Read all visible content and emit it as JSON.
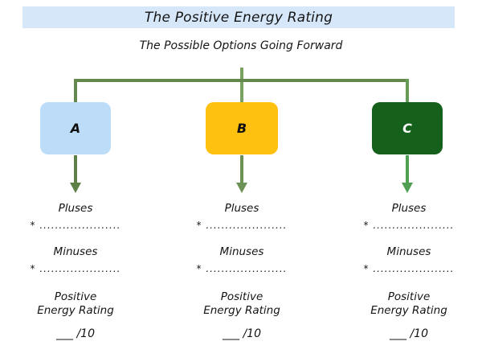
{
  "title": "The Positive Energy Rating",
  "subtitle": "The Possible Options Going Forward",
  "colors": {
    "banner_bg": "#D7E7FA",
    "text": "#151515",
    "tree_line": "#64884E",
    "stem": "#79A161",
    "tree_line_right": "#669B58"
  },
  "options": [
    {
      "label": "A",
      "box_bg": "#BDDCF7",
      "label_color": "#101010",
      "arrow_color": "#5E8048",
      "pluses_heading": "Pluses",
      "pluses_blank": "* .....................",
      "minuses_heading": "Minuses",
      "minuses_blank": "* .....................",
      "rating_line1": "Positive",
      "rating_line2": "Energy Rating",
      "rating_value": "___ /10"
    },
    {
      "label": "B",
      "box_bg": "#FFC110",
      "label_color": "#101010",
      "arrow_color": "#6C9355",
      "pluses_heading": "Pluses",
      "pluses_blank": "* .....................",
      "minuses_heading": "Minuses",
      "minuses_blank": "* .....................",
      "rating_line1": "Positive",
      "rating_line2": "Energy Rating",
      "rating_value": "___ /10"
    },
    {
      "label": "C",
      "box_bg": "#15601A",
      "label_color": "#FFFFFF",
      "arrow_color": "#4FA053",
      "pluses_heading": "Pluses",
      "pluses_blank": "* .....................",
      "minuses_heading": "Minuses",
      "minuses_blank": "* .....................",
      "rating_line1": "Positive",
      "rating_line2": "Energy Rating",
      "rating_value": "___ /10"
    }
  ]
}
